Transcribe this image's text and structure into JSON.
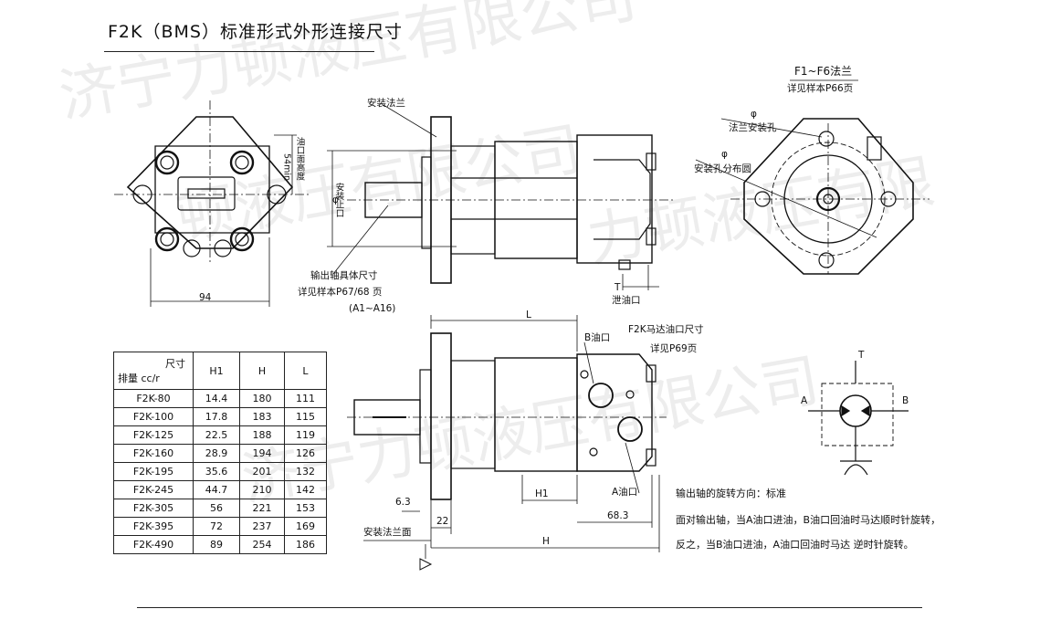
{
  "title": "F2K（BMS）标准形式外形连接尺寸",
  "watermark": [
    "济宁力顿液压有限公司",
    "顿液压有限公司",
    "力顿液压有限",
    "济宁力顿液压有限公司"
  ],
  "labels": {
    "mount_flange": "安装法兰",
    "oil_port_height": "油口面高度",
    "min_54": "54min",
    "phi": "φ",
    "pilot": "安装止口",
    "width_94": "94",
    "shaft_detail_1": "输出轴具体尺寸",
    "shaft_detail_2": "详见样本P67/68 页",
    "shaft_detail_3": "(A1~A16)",
    "T": "T",
    "drain_port": "泄油口",
    "flange_title": "F1~F6法兰",
    "flange_ref": "详见样本P66页",
    "phi_hole": "φ",
    "flange_hole": "法兰安装孔",
    "phi_circle": "φ",
    "hole_circle": "安装孔分布圆",
    "L": "L",
    "port_title": "F2K马达油口尺寸",
    "port_ref": "详见P69页",
    "B_port": "B油口",
    "A_port": "A油口",
    "H1": "H1",
    "dim_6_3": "6.3",
    "dim_22": "22",
    "dim_68_3": "68.3",
    "H": "H",
    "mount_face": "安装法兰面",
    "hyd_A": "A",
    "hyd_B": "B",
    "hyd_T": "T"
  },
  "table": {
    "header_top": "尺寸",
    "header_bottom": "排量 cc/r",
    "columns": [
      "H1",
      "H",
      "L"
    ],
    "rows": [
      [
        "F2K-80",
        "14.4",
        "180",
        "111"
      ],
      [
        "F2K-100",
        "17.8",
        "183",
        "115"
      ],
      [
        "F2K-125",
        "22.5",
        "188",
        "119"
      ],
      [
        "F2K-160",
        "28.9",
        "194",
        "126"
      ],
      [
        "F2K-195",
        "35.6",
        "201",
        "132"
      ],
      [
        "F2K-245",
        "44.7",
        "210",
        "142"
      ],
      [
        "F2K-305",
        "56",
        "221",
        "153"
      ],
      [
        "F2K-395",
        "72",
        "237",
        "169"
      ],
      [
        "F2K-490",
        "89",
        "254",
        "186"
      ]
    ]
  },
  "rotation": {
    "line1": "输出轴的旋转方向：标准",
    "line2": "面对输出轴，当A油口进油，B油口回油时马达顺时针旋转，",
    "line3": "反之，当B油口进油，A油口回油时马达 逆时针旋转。"
  }
}
